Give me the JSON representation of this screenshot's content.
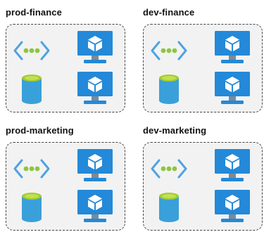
{
  "groups": [
    {
      "title": "prod-finance",
      "icons": [
        "virtual-network-icon",
        "virtual-machine-icon",
        "storage-disk-icon",
        "virtual-machine-icon"
      ]
    },
    {
      "title": "dev-finance",
      "icons": [
        "virtual-network-icon",
        "virtual-machine-icon",
        "storage-disk-icon",
        "virtual-machine-icon"
      ]
    },
    {
      "title": "prod-marketing",
      "icons": [
        "virtual-network-icon",
        "virtual-machine-icon",
        "storage-disk-icon",
        "virtual-machine-icon"
      ]
    },
    {
      "title": "dev-marketing",
      "icons": [
        "virtual-network-icon",
        "virtual-machine-icon",
        "storage-disk-icon",
        "virtual-machine-icon"
      ]
    }
  ],
  "colors": {
    "box_fill": "#f2f2f2",
    "box_border": "#444444",
    "monitor_blue": "#2389d8",
    "disk_blue": "#3aa0d9",
    "disk_top_green": "#a4cc2e",
    "network_bracket": "#4fa3e0",
    "network_dots": "#8cc63f"
  }
}
